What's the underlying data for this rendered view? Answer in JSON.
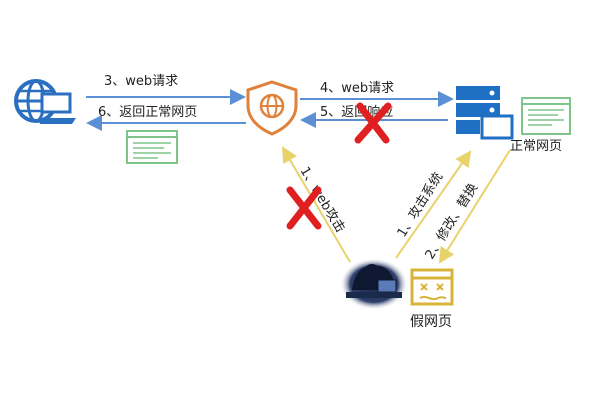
{
  "labels": {
    "request_left": "3、web请求",
    "response_left": "6、返回正常网页",
    "request_right": "4、web请求",
    "response_right": "5、返回响应",
    "attack_web": "1、web攻击",
    "attack_system": "1、攻击系统",
    "modify_replace": "2、修改、替换",
    "normal_page": "正常网页",
    "fake_page": "假网页"
  },
  "icons": {
    "client": "computer-globe-icon",
    "waf": "shield-globe-icon",
    "server": "server-icon",
    "hacker": "hacker-icon",
    "normal_page": "normal-webpage-icon",
    "cached_page": "webpage-icon",
    "fake_page": "fake-webpage-icon",
    "blocked": "red-x-icon"
  },
  "colors": {
    "arrow_blue": "#5b8fd6",
    "arrow_yellow": "#e8d36a",
    "shield_orange": "#e0813a",
    "server_blue": "#1f6fc4",
    "page_green": "#7fc48a",
    "fake_gold": "#d9b43a",
    "cross_red": "#e02020"
  }
}
